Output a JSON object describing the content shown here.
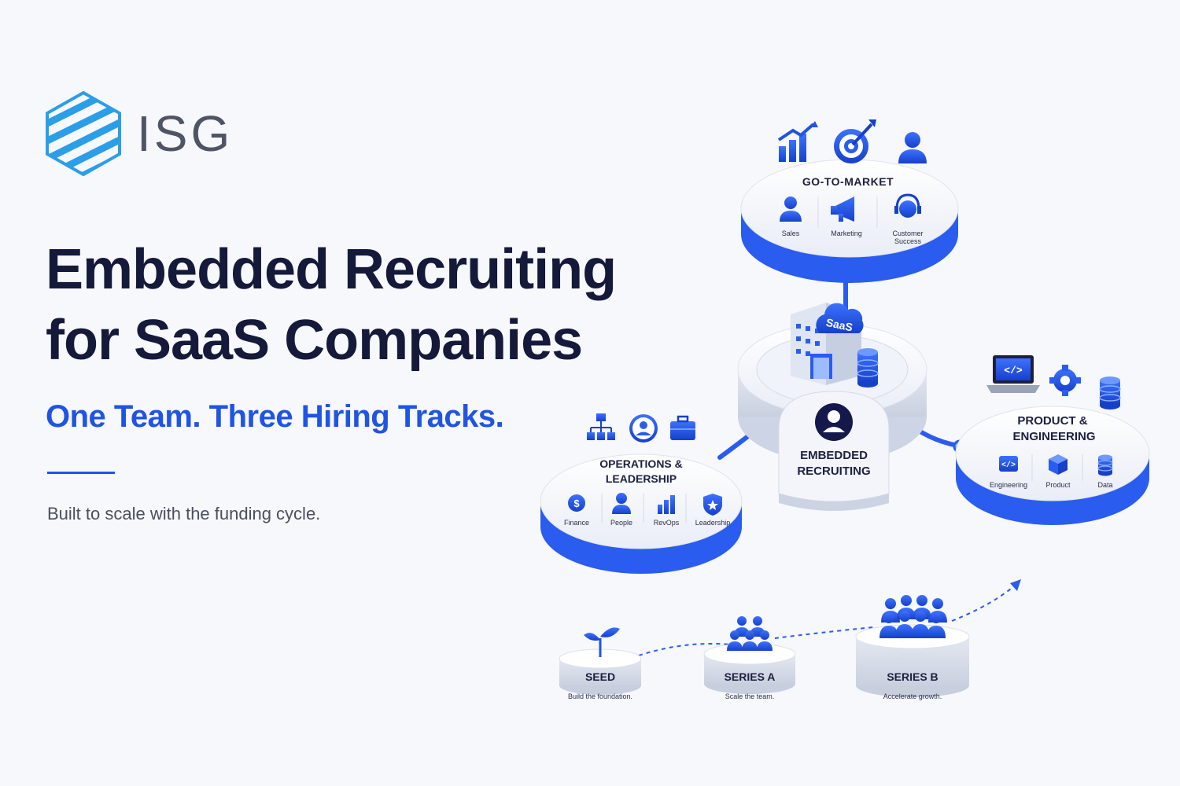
{
  "brand": {
    "name": "ISG",
    "logo_icon": "isg-stripes-hexagon-logo"
  },
  "hero": {
    "title_line1": "Embedded Recruiting",
    "title_line2": "for SaaS Companies",
    "tagline": "One Team. Three Hiring Tracks.",
    "subline": "Built to scale with the funding cycle."
  },
  "colors": {
    "accent": "#1f54e4",
    "navy": "#15193a",
    "ring": "#2a5cf0",
    "background": "#f7f8fb"
  },
  "hub": {
    "badge": "SaaS",
    "label_line1": "EMBEDDED",
    "label_line2": "RECRUITING"
  },
  "tracks": {
    "gtm": {
      "title": "GO-TO-MARKET",
      "icons": [
        "bar-chart-growth-icon",
        "target-icon",
        "person-icon"
      ],
      "items": [
        {
          "label": "Sales",
          "icon": "person-icon"
        },
        {
          "label": "Marketing",
          "icon": "megaphone-icon"
        },
        {
          "label_line1": "Customer",
          "label_line2": "Success",
          "icon": "headset-icon"
        }
      ]
    },
    "ops": {
      "title_line1": "OPERATIONS &",
      "title_line2": "LEADERSHIP",
      "icons": [
        "org-chart-icon",
        "user-circle-icon",
        "briefcase-icon"
      ],
      "items": [
        {
          "label": "Finance",
          "icon": "dollar-icon"
        },
        {
          "label": "People",
          "icon": "person-icon"
        },
        {
          "label": "RevOps",
          "icon": "bar-chart-icon"
        },
        {
          "label": "Leadership",
          "icon": "shield-star-icon"
        }
      ]
    },
    "product": {
      "title_line1": "PRODUCT &",
      "title_line2": "ENGINEERING",
      "icons": [
        "laptop-code-icon",
        "gear-icon",
        "database-icon"
      ],
      "items": [
        {
          "label": "Engineering",
          "icon": "code-icon"
        },
        {
          "label": "Product",
          "icon": "cube-icon"
        },
        {
          "label": "Data",
          "icon": "database-icon"
        }
      ]
    }
  },
  "stages": [
    {
      "name": "SEED",
      "caption": "Build the foundation.",
      "icon": "sprout-icon"
    },
    {
      "name": "SERIES A",
      "caption": "Scale the team.",
      "icon": "small-team-icon"
    },
    {
      "name": "SERIES B",
      "caption": "Accelerate growth.",
      "icon": "large-team-icon"
    }
  ]
}
